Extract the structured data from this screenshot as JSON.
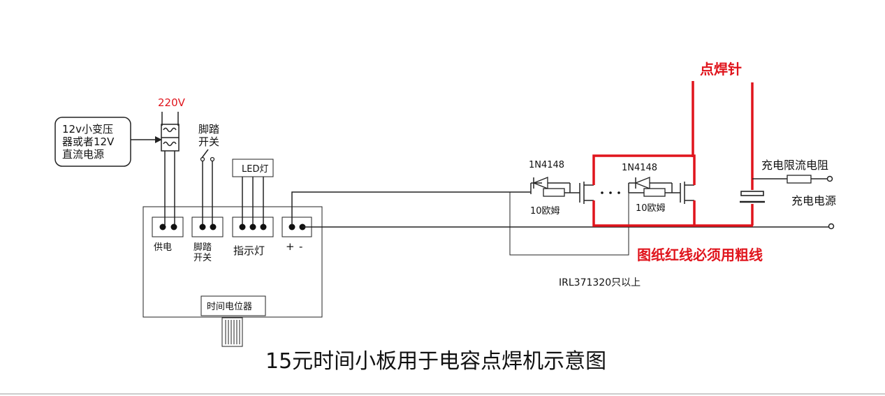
{
  "title": "15元时间小板用于电容点焊机示意图",
  "supply_box": {
    "line1": "12v小变压",
    "line2": "器或者12V",
    "line3": "直流电源"
  },
  "mains_label": "220V",
  "foot_switch_top": {
    "line1": "脚踏",
    "line2": "开关"
  },
  "led_label": "LED灯",
  "board": {
    "power_label": "供电",
    "pedal_label": {
      "line1": "脚踏",
      "line2": "开关"
    },
    "indicator_label": "指示灯",
    "plus_label": "+",
    "minus_label": "-",
    "pot_label": "时间电位器"
  },
  "diode1_label": "1N4148",
  "diode2_label": "1N4148",
  "res1_label": "10欧姆",
  "res2_label": "10欧姆",
  "mosfet_note": "IRL371320只以上",
  "weld_needle_label": "点焊针",
  "thick_wire_note": "图纸红线必须用粗线",
  "charge_resistor_label": "充电限流电阻",
  "charge_source_label": "充电电源",
  "colors": {
    "red_wire": "#e0141c",
    "line": "#222222",
    "text": "#111111"
  }
}
